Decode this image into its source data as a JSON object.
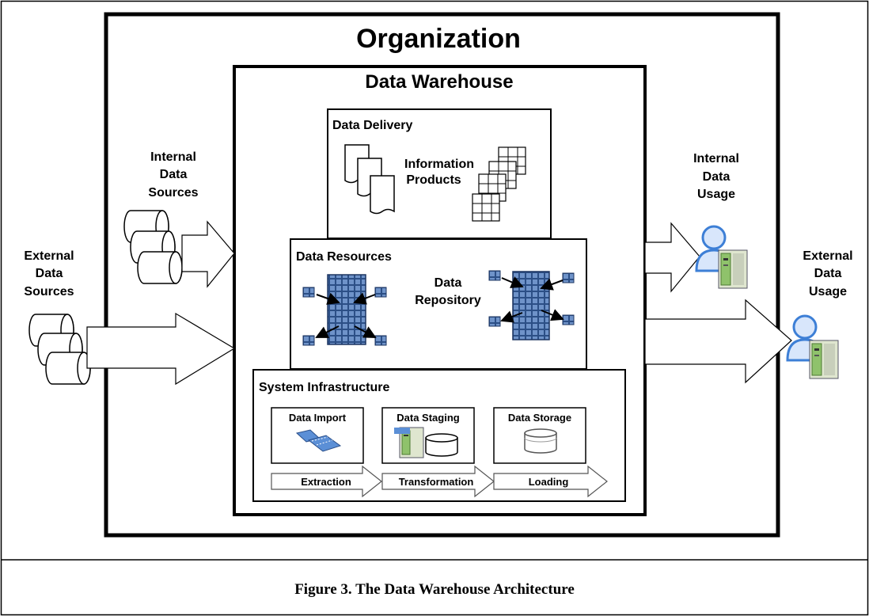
{
  "organization": {
    "title": "Organization"
  },
  "warehouse": {
    "title": "Data Warehouse"
  },
  "delivery": {
    "title": "Data Delivery",
    "products_label_line1": "Information",
    "products_label_line2": "Products"
  },
  "resources": {
    "title": "Data Resources",
    "repository_line1": "Data",
    "repository_line2": "Repository"
  },
  "infrastructure": {
    "title": "System Infrastructure",
    "import_label": "Data Import",
    "staging_label": "Data Staging",
    "storage_label": "Data Storage",
    "extraction_label": "Extraction",
    "transformation_label": "Transformation",
    "loading_label": "Loading"
  },
  "internal_sources": {
    "line1": "Internal",
    "line2": "Data",
    "line3": "Sources"
  },
  "external_sources": {
    "line1": "External",
    "line2": "Data",
    "line3": "Sources"
  },
  "internal_usage": {
    "line1": "Internal",
    "line2": "Data",
    "line3": "Usage"
  },
  "external_usage": {
    "line1": "External",
    "line2": "Data",
    "line3": "Usage"
  },
  "caption": "Figure 3. The Data Warehouse Architecture",
  "colors": {
    "grid_blue": "#2c4f86",
    "grid_blue_light": "#6f93c9",
    "person_blue": "#3d7fd6",
    "server_green": "#8fc26b"
  }
}
